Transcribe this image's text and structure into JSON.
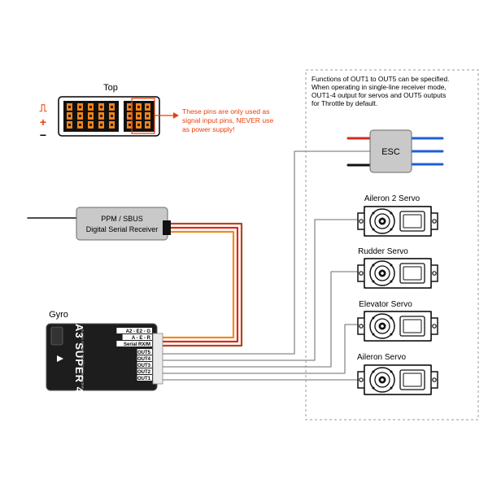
{
  "top_view": {
    "title": "Top",
    "signal_glyph": "⎍",
    "plus_glyph": "+",
    "minus_glyph": "−",
    "warning_lines": [
      "These pins are only used as",
      "signal input pins, NEVER use",
      "as power supply!"
    ]
  },
  "notes": {
    "lines": [
      "Functions of OUT1 to OUT5 can be specified.",
      "When operating in single-line receiver mode,",
      "OUT1-4 output for servos and OUT5 outputs",
      "for Throttle by default."
    ]
  },
  "receiver": {
    "line1": "PPM / SBUS",
    "line2": "Digital Serial Receiver"
  },
  "esc": {
    "label": "ESC"
  },
  "servos": {
    "aileron2": "Aileron 2 Servo",
    "rudder": "Rudder Servo",
    "elevator": "Elevator Servo",
    "aileron": "Aileron Servo"
  },
  "gyro": {
    "title": "Gyro",
    "brand": "A3 SUPER 4",
    "sub": "6-axis Aircraft Stabilization System",
    "pin_labels": [
      "A2 - E2 - G",
      "A - E - R",
      "Serial RX/M",
      "OUT5",
      "OUT4",
      "OUT3",
      "OUT2",
      "OUT1"
    ]
  },
  "colors": {
    "warning": "#e8400c",
    "wire_red": "#d62b1f",
    "wire_blue": "#1f5fd6",
    "wire_black": "#111111",
    "wire_orange": "#f08a1c",
    "wire_brown": "#b5451b",
    "wire_gray": "#8a8a8a",
    "gyro_body": "#1d1d1d"
  }
}
